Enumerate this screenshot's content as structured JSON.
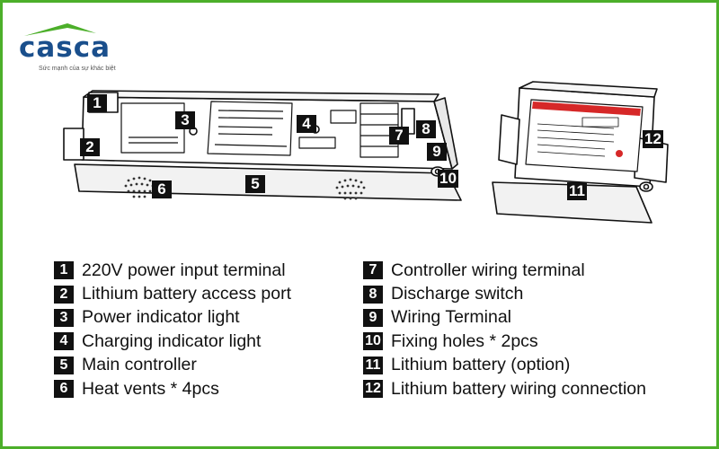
{
  "brand": {
    "name": "casca",
    "tagline": "Sức mạnh của sự khác biệt",
    "color": "#1a4f8c",
    "roof_color": "#4caf2a"
  },
  "frame_color": "#4caf2a",
  "callouts": [
    "1",
    "2",
    "3",
    "4",
    "5",
    "6",
    "7",
    "8",
    "9",
    "10",
    "11",
    "12"
  ],
  "legend": [
    {
      "num": "1",
      "text": "220V power input terminal"
    },
    {
      "num": "2",
      "text": "Lithium battery access port"
    },
    {
      "num": "3",
      "text": "Power indicator light"
    },
    {
      "num": "4",
      "text": "Charging indicator light"
    },
    {
      "num": "5",
      "text": "Main controller"
    },
    {
      "num": "6",
      "text": "Heat vents * 4pcs"
    },
    {
      "num": "7",
      "text": "Controller wiring terminal"
    },
    {
      "num": "8",
      "text": "Discharge switch"
    },
    {
      "num": "9",
      "text": "Wiring Terminal"
    },
    {
      "num": "10",
      "text": "Fixing holes * 2pcs"
    },
    {
      "num": "11",
      "text": "Lithium battery (option)"
    },
    {
      "num": "12",
      "text": "Lithium battery wiring connection"
    }
  ]
}
